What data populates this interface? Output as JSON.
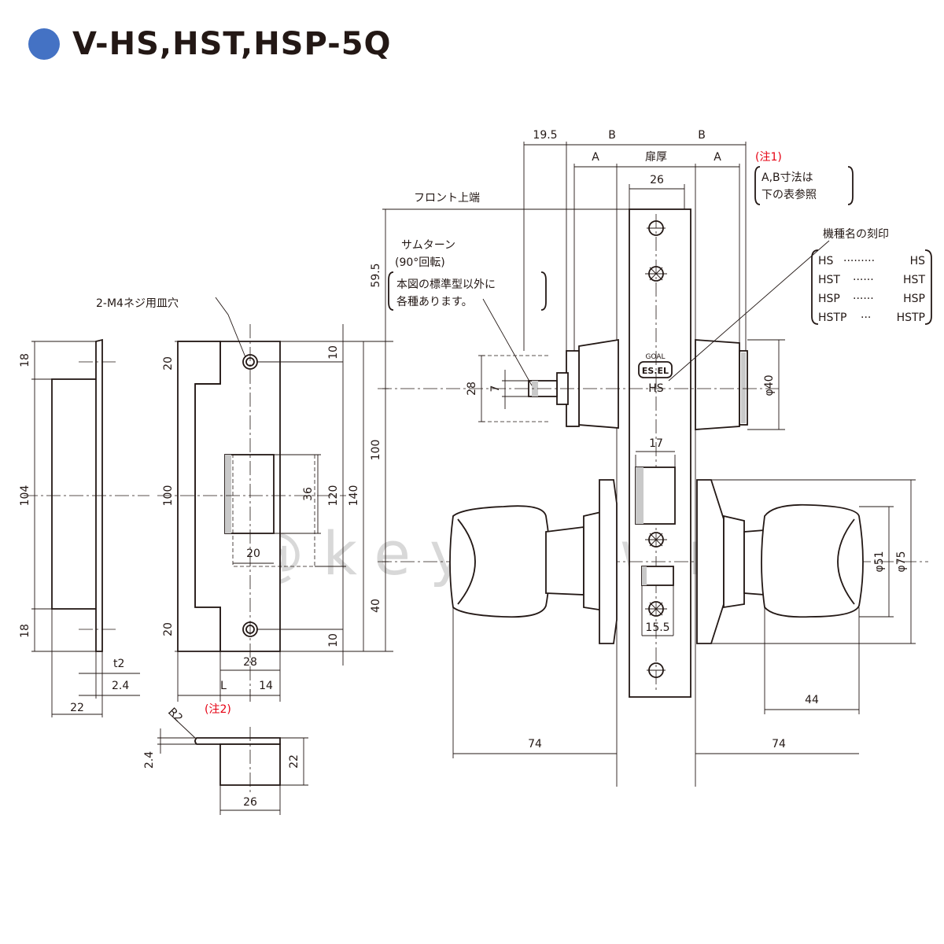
{
  "title": "V-HS,HST,HSP-5Q",
  "colors": {
    "title_dot": "#4472c4",
    "note": "#e60012",
    "line": "#231815"
  },
  "watermark": "@key town",
  "callouts": {
    "screw_hole": "2-M4ネジ用皿穴",
    "front_top": "フロント上端",
    "thumbturn_1": "サムターン",
    "thumbturn_2": "(90°回転)",
    "thumbturn_3": "本図の標準型以外に",
    "thumbturn_4": "各種あります。",
    "note1_mark": "(注1)",
    "note1_line1": "A,B寸法は",
    "note1_line2": "下の表参照",
    "note2_mark": "(注2)",
    "engraving_title": "機種名の刻印",
    "engraving_rows": [
      {
        "left": "HS",
        "dots": "·········",
        "right": "HS"
      },
      {
        "left": "HST",
        "dots": "······",
        "right": "HST"
      },
      {
        "left": "HSP",
        "dots": "······",
        "right": "HSP"
      },
      {
        "left": "HSTP",
        "dots": "···",
        "right": "HSTP"
      }
    ],
    "face_logo_1": "GOAL",
    "face_logo_2": "ES.EL",
    "face_model": "HS"
  },
  "dimensions": {
    "strike_side_18_top": "18",
    "strike_side_104": "104",
    "strike_side_18_bottom": "18",
    "strike_side_t2": "t2",
    "strike_side_2_4": "2.4",
    "strike_side_22": "22",
    "strike_20_top": "20",
    "strike_100": "100",
    "strike_20_bottom": "20",
    "strike_10_top": "10",
    "strike_10_bottom": "10",
    "strike_36": "36",
    "strike_120": "120",
    "strike_140": "140",
    "strike_20_width": "20",
    "strike_28": "28",
    "strike_L": "L",
    "strike_14": "14",
    "box_R2": "R2",
    "box_2_4": "2.4",
    "box_22": "22",
    "box_26": "26",
    "top_19_5": "19.5",
    "top_B_left": "B",
    "top_B_right": "B",
    "top_A_left": "A",
    "top_A_right": "A",
    "top_door": "扉厚",
    "top_26": "26",
    "v_59_5": "59.5",
    "v_100": "100",
    "v_40": "40",
    "tt_28": "28",
    "tt_7": "7",
    "cyl_phi40": "φ40",
    "latch_17": "17",
    "dead_15_5": "15.5",
    "knob_phi51": "φ51",
    "knob_phi75": "φ75",
    "knob_44": "44",
    "knob_74_left": "74",
    "knob_74_right": "74"
  }
}
